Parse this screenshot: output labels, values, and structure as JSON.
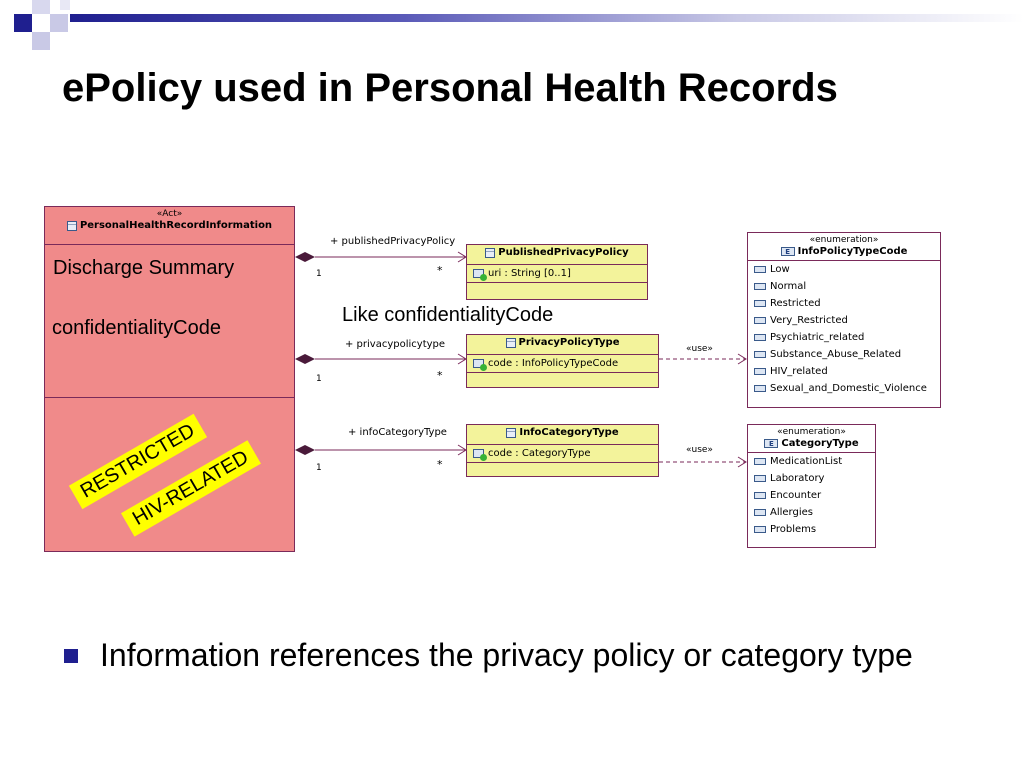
{
  "slide": {
    "title": "ePolicy used in Personal Health Records",
    "bullet": "Information references the privacy policy or category type"
  },
  "diagram": {
    "phr_class": {
      "stereotype": "«Act»",
      "name": "PersonalHealthRecordInformation",
      "attr1": "Discharge Summary",
      "attr2": "confidentialityCode"
    },
    "published_policy": {
      "name": "PublishedPrivacyPolicy",
      "attr": "uri : String [0..1]"
    },
    "privacy_policy_type": {
      "name": "PrivacyPolicyType",
      "attr": "code : InfoPolicyTypeCode"
    },
    "info_category_type": {
      "name": "InfoCategoryType",
      "attr": "code : CategoryType"
    },
    "info_policy_type_code": {
      "stereotype": "«enumeration»",
      "name": "InfoPolicyTypeCode",
      "literals": [
        "Low",
        "Normal",
        "Restricted",
        "Very_Restricted",
        "Psychiatric_related",
        "Substance_Abuse_Related",
        "HIV_related",
        "Sexual_and_Domestic_Violence"
      ]
    },
    "category_type": {
      "stereotype": "«enumeration»",
      "name": "CategoryType",
      "literals": [
        "MedicationList",
        "Laboratory",
        "Encounter",
        "Allergies",
        "Problems"
      ]
    },
    "associations": [
      {
        "role": "+ publishedPrivacyPolicy",
        "source_mult": "1",
        "target_mult": "*"
      },
      {
        "role": "+ privacypolicytype",
        "source_mult": "1",
        "target_mult": "*"
      },
      {
        "role": "+ infoCategoryType",
        "source_mult": "1",
        "target_mult": "*"
      }
    ],
    "use_labels": [
      "«use»",
      "«use»"
    ],
    "note": "Like confidentialityCode",
    "stamps": [
      "RESTRICTED",
      "HIV-RELATED"
    ]
  },
  "colors": {
    "accent": "#1f1f8f",
    "phr_fill": "#f08a8a",
    "class_fill": "#f3f39b",
    "line": "#7a2a5a",
    "stamp": "#ffff00"
  }
}
